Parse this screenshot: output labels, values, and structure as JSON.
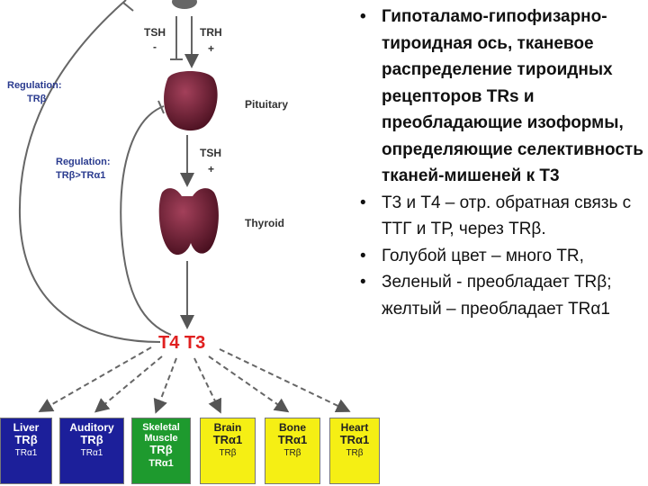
{
  "diagram": {
    "tsh_top": "TSH",
    "tsh_top_sign": "-",
    "trh": "TRH",
    "trh_sign": "+",
    "regulation1_line1": "Regulation:",
    "regulation1_line2": "TRβ",
    "pituitary": "Pituitary",
    "regulation2_line1": "Regulation:",
    "regulation2_line2": "TRβ>TRα1",
    "tsh_mid": "TSH",
    "tsh_mid_sign": "+",
    "thyroid": "Thyroid",
    "hormones": "T4 T3",
    "tissues": [
      {
        "name": "Liver",
        "primary": "TRβ",
        "secondary": "TRα1",
        "color": "blue"
      },
      {
        "name": "Auditory",
        "primary": "TRβ",
        "secondary": "TRα1",
        "color": "blue"
      },
      {
        "name": "Skeletal Muscle",
        "primary": "TRβ",
        "secondary": "TRα1",
        "color": "green"
      },
      {
        "name": "Brain",
        "primary": "TRα1",
        "secondary": "TRβ",
        "color": "yellow"
      },
      {
        "name": "Bone",
        "primary": "TRα1",
        "secondary": "TRβ",
        "color": "yellow"
      },
      {
        "name": "Heart",
        "primary": "TRα1",
        "secondary": "TRβ",
        "color": "yellow"
      }
    ]
  },
  "bullets": [
    "Гипоталамо-гипофизарно-тироидная ось, тканевое распределение тироидных рецепторов TRs и преобладающие изоформы, определяющие селективность тканей-мишеней к Т3",
    "Т3 и Т4 – отр. обратная связь с ТТГ и ТР, через TRβ.",
    "Голубой цвет – много TR,",
    "Зеленый - преобладает TRβ; желтый – преобладает TRα1"
  ],
  "colors": {
    "blue_box": "#1c1f9a",
    "green_box": "#1e9a2e",
    "yellow_box": "#f5ef14",
    "hormone_text": "#e02020",
    "regulation_text": "#2a3b8f",
    "organ": "#6b1b2e"
  }
}
